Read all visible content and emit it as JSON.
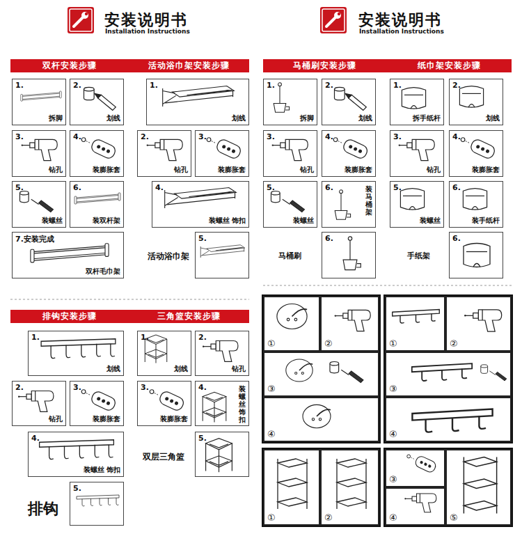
{
  "diagram": {
    "nodes": [
      {
        "text": [
          "双杆安装步骤"
        ]
      },
      {
        "text": [
          "活动浴巾架安装步骤"
        ]
      },
      {
        "text": [
          "1.",
          "拆脚"
        ]
      },
      {
        "text": [
          "2.",
          "划线"
        ]
      },
      {
        "text": [
          "3.",
          "钻孔"
        ]
      },
      {
        "text": [
          "4.",
          "装膨胀套"
        ]
      },
      {
        "text": [
          "5.",
          "装螺丝"
        ]
      },
      {
        "text": [
          "6.",
          "装双杆架"
        ]
      },
      {
        "text": [
          "7.安装完成",
          "双杆毛巾架"
        ]
      },
      {
        "text": [
          "1.",
          "划线"
        ]
      },
      {
        "text": [
          "2.",
          "钻孔"
        ]
      },
      {
        "text": [
          "3.",
          "装膨胀套"
        ]
      },
      {
        "text": [
          "4.",
          "装螺丝 饰扣"
        ]
      },
      {
        "text": [
          "5."
        ]
      },
      {
        "text": [
          "马桶刷安装步骤"
        ]
      },
      {
        "text": [
          "纸巾架安装步骤"
        ]
      },
      {
        "text": [
          "1.",
          "拆脚"
        ]
      },
      {
        "text": [
          "2.",
          "划线"
        ]
      },
      {
        "text": [
          "3.",
          "钻孔"
        ]
      },
      {
        "text": [
          "4.",
          "装膨胀套"
        ]
      },
      {
        "text": [
          "5.",
          "装螺丝"
        ]
      },
      {
        "text": [
          "6.",
          "装马桶架"
        ]
      },
      {
        "text": [
          "6."
        ]
      },
      {
        "text": [
          "1.",
          "拆手纸杆"
        ]
      },
      {
        "text": [
          "2.",
          "划线"
        ]
      },
      {
        "text": [
          "3.",
          "钻孔"
        ]
      },
      {
        "text": [
          "4.",
          "装膨胀套"
        ]
      },
      {
        "text": [
          "5.",
          "装螺丝"
        ]
      },
      {
        "text": [
          "6.",
          "装手纸杆"
        ]
      },
      {
        "text": [
          "6."
        ]
      },
      {
        "text": [
          "排钩安装步骤"
        ]
      },
      {
        "text": [
          "三角篮安装步骤"
        ]
      },
      {
        "text": [
          "1.",
          "划线"
        ]
      },
      {
        "text": [
          "2.",
          "钻孔"
        ]
      },
      {
        "text": [
          "3.",
          "装膨胀套"
        ]
      },
      {
        "text": [
          "4.",
          "装螺丝 饰扣"
        ]
      },
      {
        "text": [
          "5."
        ]
      },
      {
        "text": [
          "1.",
          "划线"
        ]
      },
      {
        "text": [
          "2.",
          "钻孔"
        ]
      },
      {
        "text": [
          "3.",
          "装膨胀套"
        ]
      },
      {
        "text": [
          "4.",
          "装螺丝饰扣"
        ]
      },
      {
        "text": [
          "5."
        ]
      },
      {
        "text": [
          "①"
        ]
      },
      {
        "text": [
          "②"
        ]
      },
      {
        "text": [
          "③"
        ]
      },
      {
        "text": [
          "④"
        ]
      },
      {
        "text": [
          "①"
        ]
      },
      {
        "text": [
          "②"
        ]
      },
      {
        "text": [
          "③"
        ]
      },
      {
        "text": [
          "④"
        ]
      },
      {
        "text": [
          "①"
        ]
      },
      {
        "text": [
          "②"
        ]
      },
      {
        "text": [
          "③"
        ]
      },
      {
        "text": [
          "④"
        ]
      },
      {
        "text": [
          "⑤"
        ]
      }
    ],
    "labels": [
      "安装说明书",
      "Installation Instructions",
      "安装说明书",
      "Installation Instructions",
      "活动浴巾架",
      "马桶刷",
      "手纸架",
      "排钩",
      "双层三角篮"
    ]
  }
}
